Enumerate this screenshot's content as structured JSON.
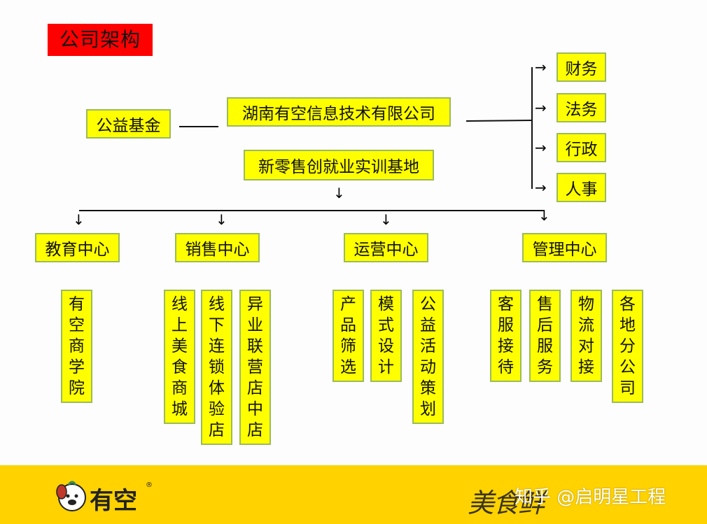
{
  "title": "公司架构",
  "company": "湖南有空信息技术有限公司",
  "foundation": "公益基金",
  "base": "新零售创就业实训基地",
  "departments": [
    "财务",
    "法务",
    "行政",
    "人事"
  ],
  "arrow": "→",
  "down_arrow": "↓",
  "centers": {
    "education": {
      "name": "教育中心",
      "subs": [
        "有空商学院"
      ]
    },
    "sales": {
      "name": "销售中心",
      "subs": [
        "线上美食商城",
        "线下连锁体验店",
        "异业联营店中店"
      ]
    },
    "operations": {
      "name": "运营中心",
      "subs": [
        "产品筛选",
        "模式设计",
        "公益活动策划"
      ]
    },
    "management": {
      "name": "管理中心",
      "subs": [
        "客服接待",
        "售后服务",
        "物流对接",
        "各地分公司"
      ]
    }
  },
  "footer": {
    "brand": "有空",
    "slogan": "美食鲜",
    "watermark": "知乎 @启明星工程"
  },
  "colors": {
    "box_fill": "#ffff00",
    "box_border": "#9bbb59",
    "title_fill": "#ff0000",
    "footer_fill": "#ffd200"
  }
}
